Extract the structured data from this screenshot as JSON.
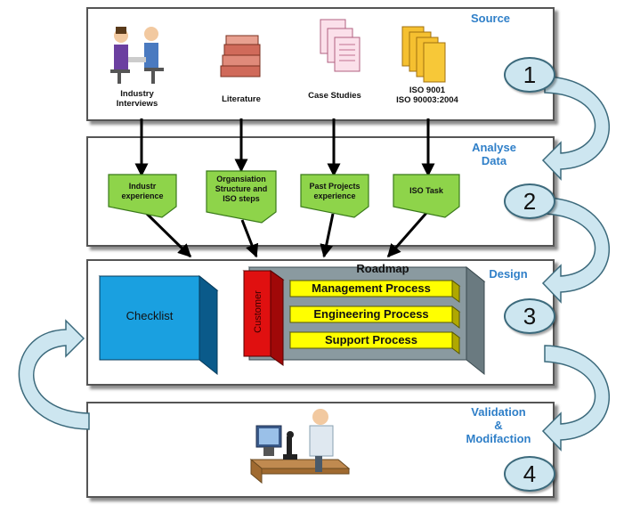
{
  "stages": [
    {
      "label_lines": [
        "Source"
      ],
      "number": "1"
    },
    {
      "label_lines": [
        "Analyse",
        "Data"
      ],
      "number": "2"
    },
    {
      "label_lines": [
        "Design"
      ],
      "number": "3"
    },
    {
      "label_lines": [
        "Validation",
        "&",
        "Modifaction"
      ],
      "number": "4"
    }
  ],
  "sources": [
    {
      "lines": [
        "Industry",
        "Interviews"
      ],
      "icon": "interview-icon"
    },
    {
      "lines": [
        "Literature"
      ],
      "icon": "books-icon"
    },
    {
      "lines": [
        "Case Studies"
      ],
      "icon": "documents-icon"
    },
    {
      "lines": [
        "ISO 9001",
        "ISO 90003:2004"
      ],
      "icon": "folders-icon"
    }
  ],
  "analysis": [
    {
      "lines": [
        "Industr",
        "experience"
      ]
    },
    {
      "lines": [
        "Organsiation",
        "Structure and",
        "ISO steps"
      ]
    },
    {
      "lines": [
        "Past Projects",
        "experience"
      ]
    },
    {
      "lines": [
        "ISO Task"
      ]
    }
  ],
  "design": {
    "checklist": "Checklist",
    "roadmap_title": "Roadmap",
    "customer": "Customer",
    "processes": [
      "Management Process",
      "Engineering Process",
      "Support Process"
    ]
  },
  "validation_icon": "scientist-microscope-icon",
  "colors": {
    "stage_label": "#2f7fc8",
    "note_green": "#8ed44a",
    "checklist_blue": "#1aa0e0",
    "process_yellow": "#ffff00",
    "customer_red": "#e01010",
    "roadmap_gray": "#8a9aa0",
    "circle_fill": "#cde6f0"
  }
}
